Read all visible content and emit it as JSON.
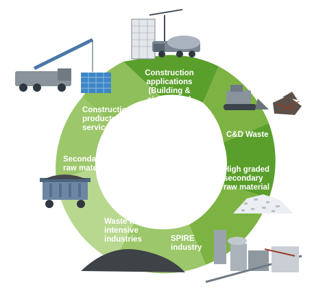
{
  "diagram": {
    "type": "circular-cycle",
    "colors": {
      "dark_green": "#5a9f2c",
      "mid_green": "#7db342",
      "light_green": "#9cc76a",
      "pale_green": "#b8d88f",
      "label_text": "#ffffff"
    },
    "stages": [
      {
        "id": "construction-applications",
        "label": "Construction\napplications\n(Building &\ncivil Works)",
        "icon": "tower-crane-building-and-mixer-truck-icon"
      },
      {
        "id": "cd-waste",
        "label": "C&D Waste",
        "icon": "bulldozer-and-rubble-icon"
      },
      {
        "id": "high-graded-secondary-raw-material",
        "label": "High graded\nsecondary\nraw material",
        "icon": "crushed-aggregate-pile-icon"
      },
      {
        "id": "spire-industry",
        "label": "SPIRE\nindustry",
        "icon": "industrial-plant-icon"
      },
      {
        "id": "waste-from-intensive-industries",
        "label": "Waste from\nintensive\nindustries",
        "icon": "dark-slag-heap-icon"
      },
      {
        "id": "secondary-raw-materials",
        "label": "Secondary\nraw materials",
        "icon": "mine-cart-icon"
      },
      {
        "id": "construction-products-and-services",
        "label": "Construction\nproducts and\nservices",
        "icon": "crane-truck-with-panel-icon"
      }
    ]
  }
}
